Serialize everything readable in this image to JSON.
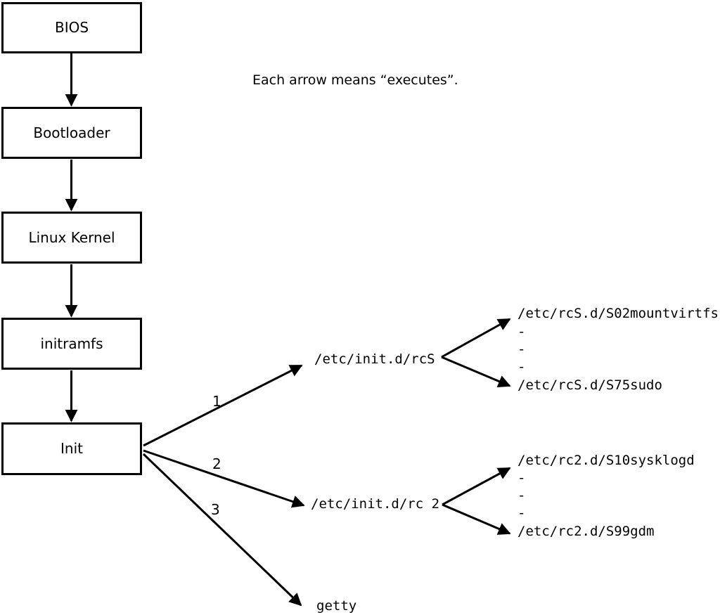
{
  "colors": {
    "foreground": "#000000",
    "background": "#ffffff"
  },
  "annotation": "Each arrow means “executes”.",
  "flow_boxes": [
    {
      "label": "BIOS"
    },
    {
      "label": "Bootloader"
    },
    {
      "label": "Linux Kernel"
    },
    {
      "label": "initramfs"
    },
    {
      "label": "Init"
    }
  ],
  "branches": [
    {
      "number": "1",
      "target": "/etc/init.d/rcS",
      "children": [
        "/etc/rcS.d/S02mountvirtfs",
        "-",
        "-",
        "-",
        "/etc/rcS.d/S75sudo"
      ]
    },
    {
      "number": "2",
      "target": "/etc/init.d/rc 2",
      "children": [
        "/etc/rc2.d/S10sysklogd",
        "-",
        "-",
        "-",
        "/etc/rc2.d/S99gdm"
      ]
    },
    {
      "number": "3",
      "target": "getty",
      "children": []
    }
  ]
}
